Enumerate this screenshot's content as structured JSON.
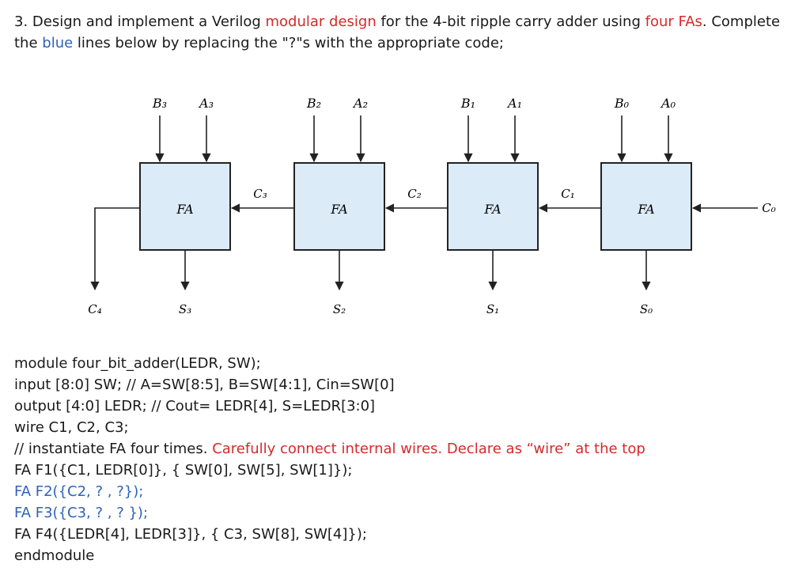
{
  "question": {
    "p1": "3. Design and implement a Verilog ",
    "h1": "modular design",
    "p2": " for the 4-bit ripple carry adder using ",
    "h2": "four FAs",
    "p3": ". Complete the ",
    "h3": "blue",
    "p4": " lines below by replacing the \"?\"s with the appropriate code;"
  },
  "diagram": {
    "adders": [
      {
        "label": "FA",
        "b": "B₃",
        "a": "A₃",
        "sum": "S₃"
      },
      {
        "label": "FA",
        "b": "B₂",
        "a": "A₂",
        "sum": "S₂"
      },
      {
        "label": "FA",
        "b": "B₁",
        "a": "A₁",
        "sum": "S₁"
      },
      {
        "label": "FA",
        "b": "B₀",
        "a": "A₀",
        "sum": "S₀"
      }
    ],
    "carries": [
      "C₃",
      "C₂",
      "C₁"
    ],
    "carry_in": "C₀",
    "carry_out": "C₄",
    "box_fill": "#dcebf8"
  },
  "code": {
    "l1": "module four_bit_adder(LEDR, SW);",
    "l2": "input [8:0] SW; // A=SW[8:5], B=SW[4:1], Cin=SW[0]",
    "l3": "output [4:0] LEDR; // Cout= LEDR[4], S=LEDR[3:0]",
    "l4": "wire C1, C2, C3;",
    "l5a": "// instantiate FA four times. ",
    "l5b": "Carefully connect internal wires. Declare as “wire” at the top",
    "l6": "FA F1({C1, LEDR[0]}, { SW[0], SW[5], SW[1]});",
    "l7": "FA F2({C2, ? , ?});",
    "l8": "FA F3({C3, ? , ? });",
    "l9": "FA F4({LEDR[4], LEDR[3]}, { C3, SW[8], SW[4]});",
    "l10": "endmodule"
  }
}
